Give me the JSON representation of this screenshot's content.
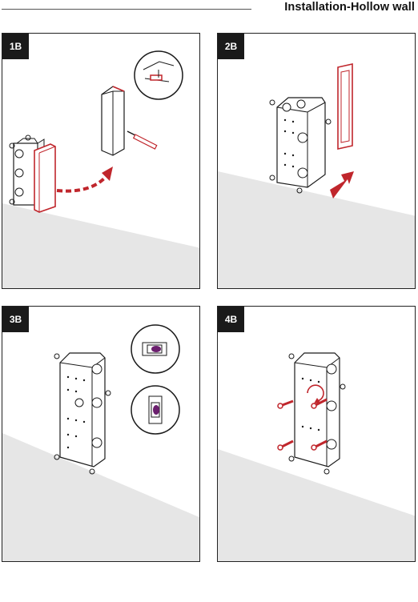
{
  "header": {
    "title": "Installation-Hollow wall"
  },
  "steps": [
    {
      "label": "1B"
    },
    {
      "label": "2B"
    },
    {
      "label": "3B"
    },
    {
      "label": "4B"
    }
  ],
  "colors": {
    "accent_red": "#c0262c",
    "wall_grey": "#e6e6e6",
    "level_bubble": "#6b1f6e",
    "line": "#1a1a1a"
  },
  "icons": [
    "mounting-box-icon",
    "cover-plate-icon",
    "screwdriver-icon",
    "curved-arrow-icon",
    "straight-arrow-icon",
    "spirit-level-icon",
    "screw-icon",
    "rotate-arrow-icon"
  ]
}
